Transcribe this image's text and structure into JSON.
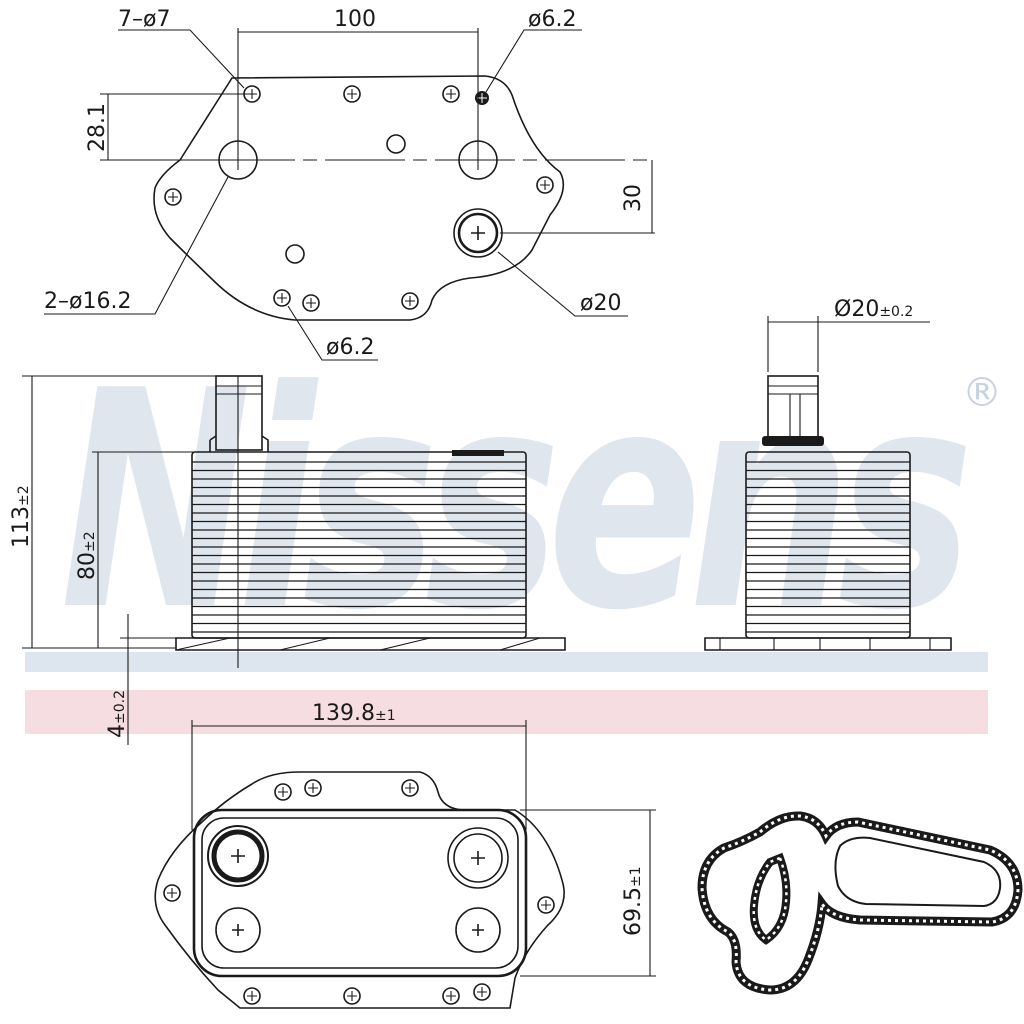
{
  "brand": {
    "watermark": "Nissens",
    "registered_mark": "®",
    "watermark_color": "#dfe6ee",
    "band_blue": "#dde6ee",
    "band_red": "#f6dde2"
  },
  "dimensions": {
    "holes_7": "7–ø7",
    "spacing_100": "100",
    "hole_6_2_top": "ø6.2",
    "height_28_1": "28.1",
    "offset_30": "30",
    "holes_2x16_2": "2–ø16.2",
    "hole_20": "ø20",
    "hole_6_2_bottom": "ø6.2",
    "pipe_20": "Ø20",
    "pipe_20_tol": "±0.2",
    "height_113": "113",
    "height_113_tol": "±2",
    "height_80": "80",
    "height_80_tol": "±2",
    "base_4": "4",
    "base_4_tol": "±0.2",
    "width_139_8": "139.8",
    "width_139_8_tol": "±1",
    "depth_69_5": "69.5",
    "depth_69_5_tol": "±1"
  }
}
